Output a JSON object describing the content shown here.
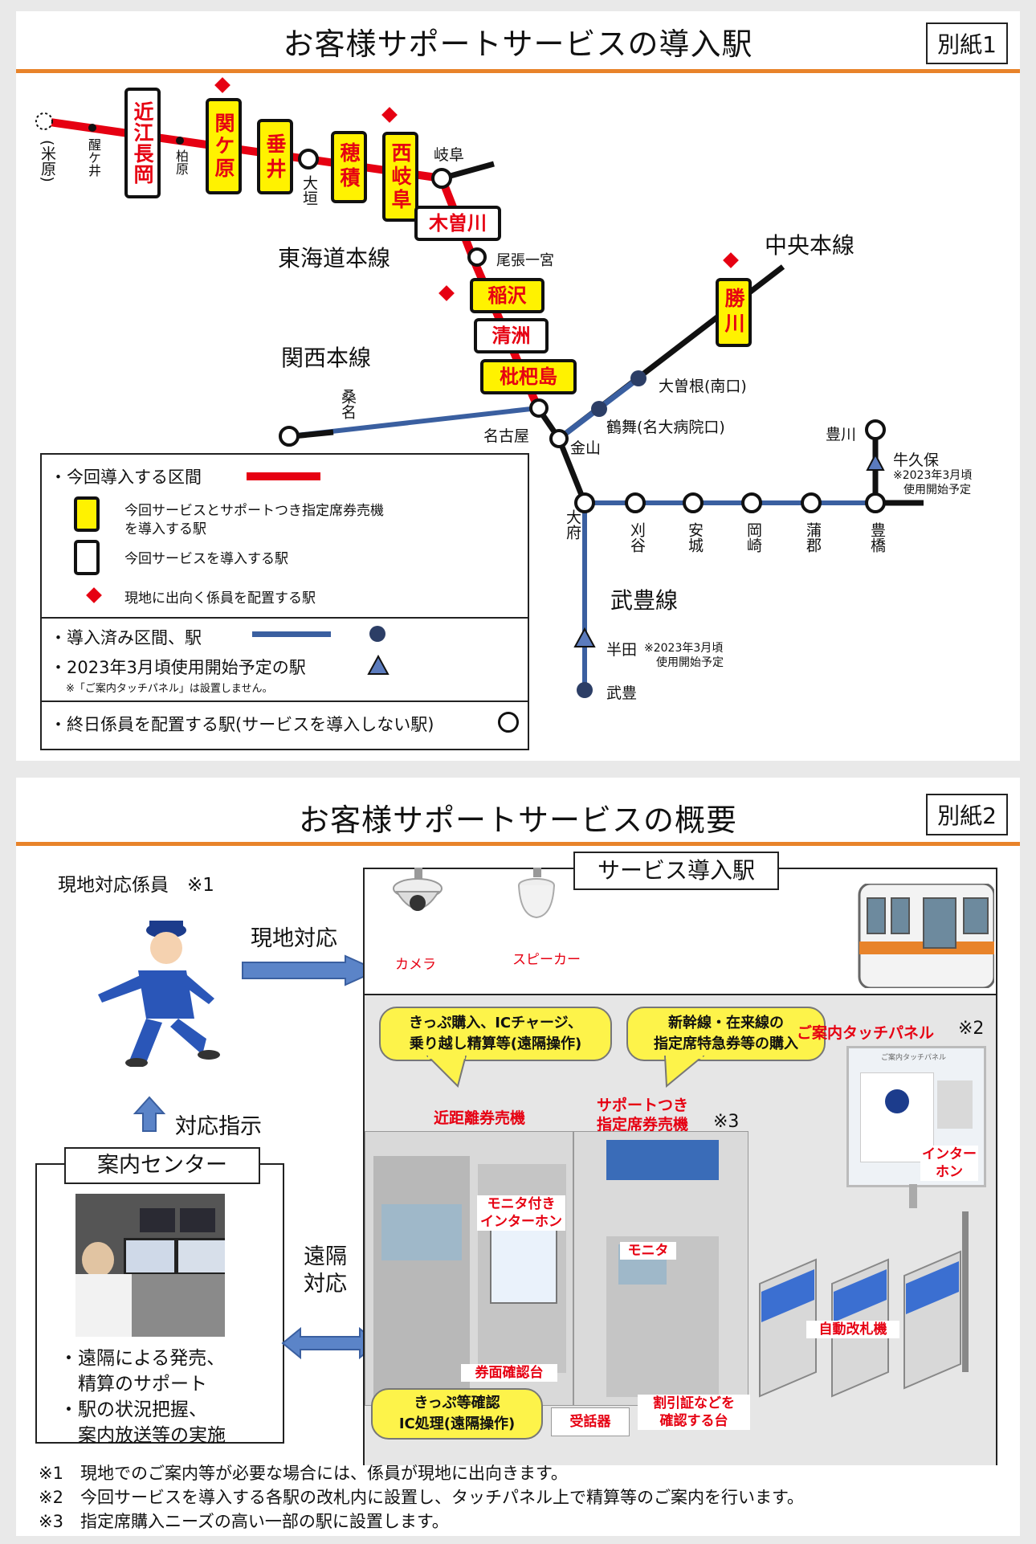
{
  "panel1": {
    "title": "お客様サポートサービスの導入駅",
    "tag": "別紙1",
    "stations": {
      "maibara": "(米原)",
      "samegai": "醒ケ井",
      "omi_nagaoka": "近江長岡",
      "kashiwabara": "柏原",
      "sekigahara": "関ケ原",
      "tarui": "垂井",
      "ogaki": "大垣",
      "hozumi": "穂積",
      "nishigifu": "西岐阜",
      "gifu": "岐阜",
      "kisogawa": "木曽川",
      "owari_ichinomiya": "尾張一宮",
      "inazawa": "稲沢",
      "kiyosu": "清洲",
      "biwajima": "枇杷島",
      "nagoya": "名古屋",
      "kuwana": "桑名",
      "kanayama": "金山",
      "tsurumai": "鶴舞(名大病院口)",
      "ozone": "大曽根(南口)",
      "kachigawa": "勝川",
      "obu": "大府",
      "kariya": "刈谷",
      "anjo": "安城",
      "okazaki": "岡崎",
      "gamagori": "蒲郡",
      "toyohashi": "豊橋",
      "toyokawa": "豊川",
      "ushikubo": "牛久保",
      "ushikubo_note_1": "※2023年3月頃",
      "ushikubo_note_2": "使用開始予定",
      "handa": "半田",
      "handa_note_1": "※2023年3月頃",
      "handa_note_2": "使用開始予定",
      "taketoyo": "武豊"
    },
    "lines": {
      "tokaido": "東海道本線",
      "chuo": "中央本線",
      "kansai": "関西本線",
      "taketoyo": "武豊線"
    },
    "legend": {
      "section": "・今回導入する区間",
      "yellow_1": "今回サービスとサポートつき指定席券売機",
      "yellow_2": "を導入する駅",
      "white": "今回サービスを導入する駅",
      "diamond": "現地に出向く係員を配置する駅",
      "existing": "・導入済み区間、駅",
      "planned": "・2023年3月頃使用開始予定の駅",
      "planned_note": "※「ご案内タッチパネル」は設置しません。",
      "staffed": "・終日係員を配置する駅(サービスを導入しない駅)"
    },
    "colors": {
      "new_line": "#e60012",
      "existing_line": "#3a5fa0",
      "yellow": "#fff200",
      "diamond": "#e60012"
    }
  },
  "panel2": {
    "title": "お客様サポートサービスの概要",
    "tag": "別紙2",
    "staff_label": "現地対応係員　※1",
    "onsite_label": "現地対応",
    "instruct_label": "対応指示",
    "center_label": "案内センター",
    "remote_label_1": "遠隔",
    "remote_label_2": "対応",
    "center_desc": [
      "・遠隔による発売、",
      "　精算のサポート",
      "・駅の状況把握、",
      "　案内放送等の実施"
    ],
    "station_box": "サービス導入駅",
    "camera": "カメラ",
    "speaker": "スピーカー",
    "callout_ticket_1": "きっぷ購入、ICチャージ、",
    "callout_ticket_2": "乗り越し精算等(遠隔操作)",
    "callout_shinkansen_1": "新幹線・在来線の",
    "callout_shinkansen_2": "指定席特急券等の購入",
    "touch_panel": "ご案内タッチパネル",
    "touch_panel_note": "※2",
    "intercom": "インター\nホン",
    "short_machine": "近距離券売機",
    "support_machine_1": "サポートつき",
    "support_machine_2": "指定席券売機",
    "support_machine_note": "※3",
    "monitor_intercom_1": "モニタ付き",
    "monitor_intercom_2": "インターホン",
    "monitor": "モニタ",
    "ticket_check_table": "券面確認台",
    "ticket_check_1": "きっぷ等確認",
    "ticket_check_2": "IC処理(遠隔操作)",
    "receiver": "受話器",
    "discount_1": "割引証などを",
    "discount_2": "確認する台",
    "gate": "自動改札機",
    "panel_header": "ご案内タッチパネル",
    "notes": [
      "※1　現地でのご案内等が必要な場合には、係員が現地に出向きます。",
      "※2　今回サービスを導入する各駅の改札内に設置し、タッチパネル上で精算等のご案内を行います。",
      "※3　指定席購入ニーズの高い一部の駅に設置します。"
    ]
  }
}
